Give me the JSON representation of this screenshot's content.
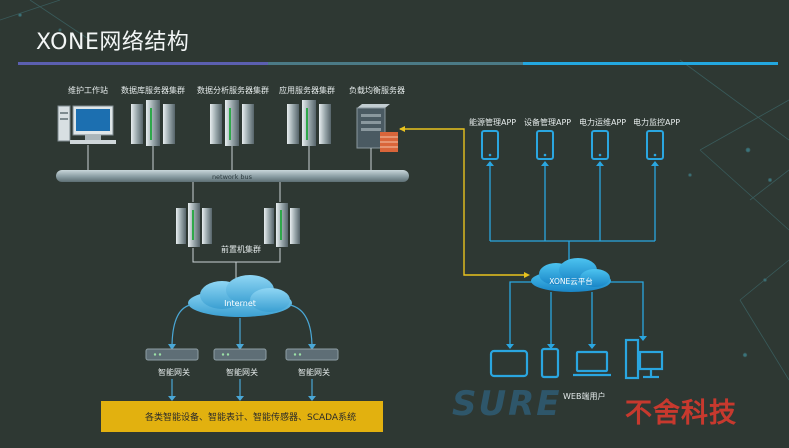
{
  "title": "XONE网络结构",
  "top_servers": {
    "workstation": "维护工作站",
    "db_cluster": "数据库服务器集群",
    "analysis_cluster": "数据分析服务器集群",
    "app_cluster": "应用服务器集群",
    "lb_server": "负载均衡服务器"
  },
  "bus_label": "network bus",
  "front_cluster": "前置机集群",
  "internet": "Internet",
  "gateways": [
    "智能网关",
    "智能网关",
    "智能网关"
  ],
  "devices_box": "各类智能设备、智能表计、智能传感器、SCADA系统",
  "apps": [
    "能源管理APP",
    "设备管理APP",
    "电力运维APP",
    "电力监控APP"
  ],
  "cloud": "XONE云平台",
  "web_users": "WEB端用户",
  "watermark_sure": "SURE",
  "watermark_cn": "不舍科技",
  "colors": {
    "background": "#2e3833",
    "accent_blue": "#2aa6e0",
    "accent_yellow": "#e8c21e",
    "box_yellow": "#e2b10f"
  }
}
